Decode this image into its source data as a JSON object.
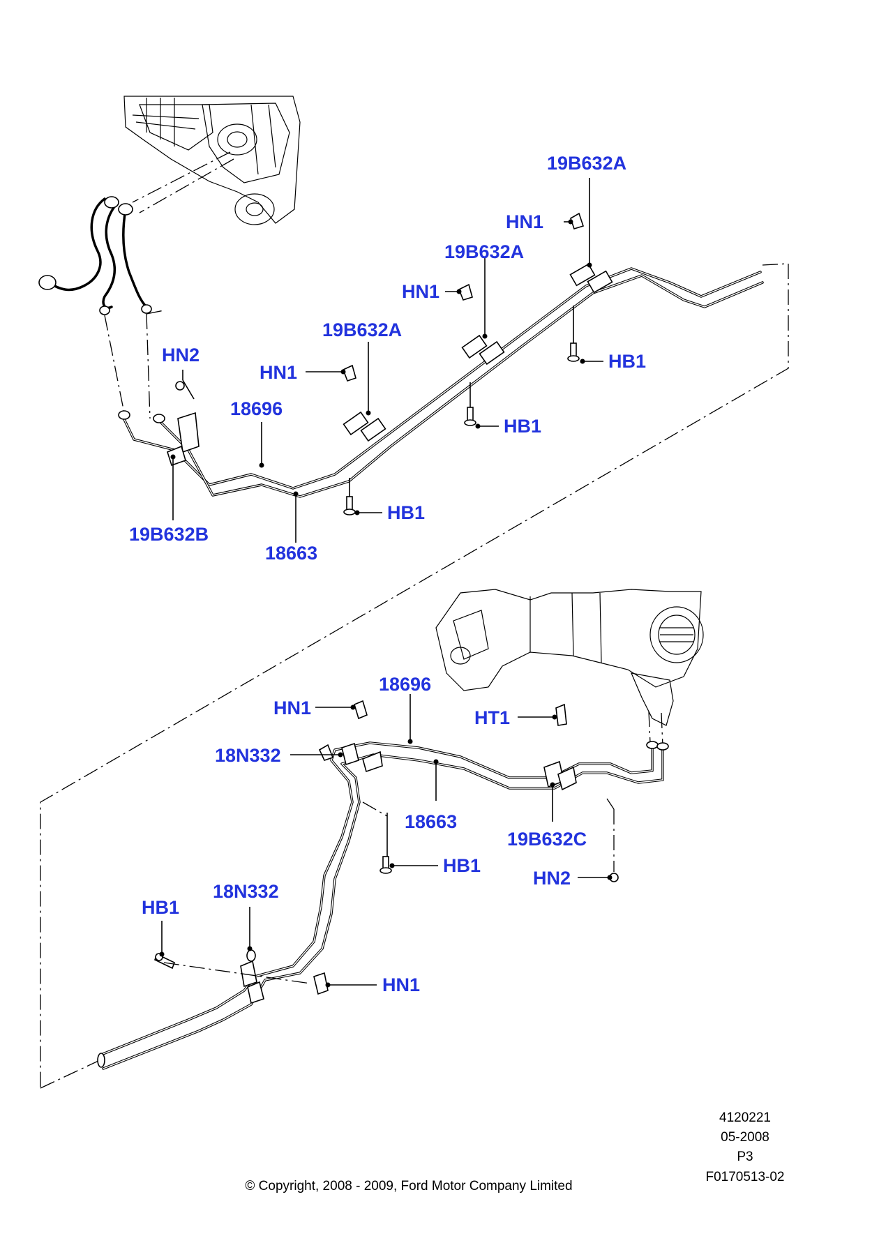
{
  "diagram": {
    "callouts": {
      "top_19b632a_right": "19B632A",
      "top_hn1_right": "HN1",
      "top_19b632a_mid": "19B632A",
      "top_hn1_mid": "HN1",
      "top_19b632a_left": "19B632A",
      "top_hn1_left": "HN1",
      "top_hn2": "HN2",
      "top_18696": "18696",
      "top_hb1_right": "HB1",
      "top_hb1_mid": "HB1",
      "top_hb1_left": "HB1",
      "top_19b632b": "19B632B",
      "top_18663": "18663",
      "bot_18696": "18696",
      "bot_hn1_top": "HN1",
      "bot_ht1": "HT1",
      "bot_18n332_top": "18N332",
      "bot_18663": "18663",
      "bot_19b632c": "19B632C",
      "bot_hb1_mid": "HB1",
      "bot_hn2": "HN2",
      "bot_18n332_bottom": "18N332",
      "bot_hb1_left": "HB1",
      "bot_hn1_bottom": "HN1"
    },
    "callout_color": "#2233dd"
  },
  "footer": {
    "illustration_number": "4120221",
    "date": "05-2008",
    "page": "P3",
    "figure_code": "F0170513-02",
    "copyright": "© Copyright, 2008 - 2009, Ford Motor Company Limited"
  }
}
